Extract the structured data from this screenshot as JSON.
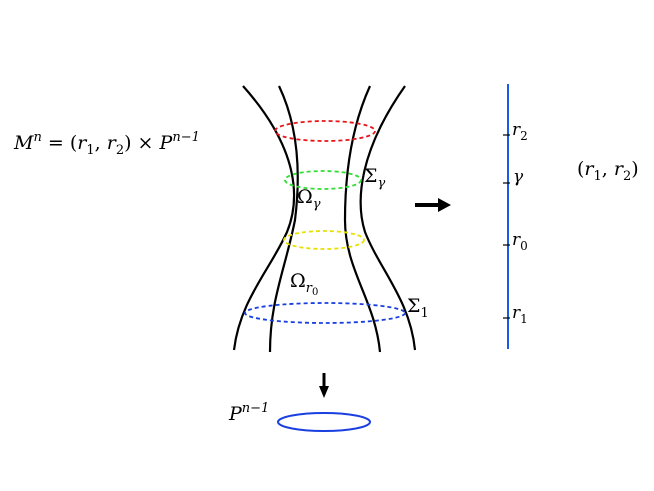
{
  "labels": {
    "manifold": {
      "lhs": "M",
      "lhs_sup": "n",
      "eq": " = (",
      "r1_base": "r",
      "r1_sub": "1",
      "comma": ", ",
      "r2_base": "r",
      "r2_sub": "2",
      "times": ") × ",
      "p_base": "P",
      "p_sup": "n−1"
    },
    "sigma_gamma": {
      "base": "Σ",
      "sub": "γ"
    },
    "omega_gamma": {
      "base": "Ω",
      "sub": "γ"
    },
    "omega_r0": {
      "base": "Ω",
      "sub": "r",
      "subsub": "0"
    },
    "sigma_1": {
      "base": "Σ",
      "sub": "1"
    },
    "p_bottom": {
      "base": "P",
      "sup": "n−1"
    },
    "interval": {
      "open": "(",
      "r1_base": "r",
      "r1_sub": "1",
      "comma": ", ",
      "r2_base": "r",
      "r2_sub": "2",
      "close": ")"
    },
    "ticks": {
      "r2": {
        "base": "r",
        "sub": "2"
      },
      "gamma": {
        "base": "γ"
      },
      "r0": {
        "base": "r",
        "sub": "0"
      },
      "r1": {
        "base": "r",
        "sub": "1"
      }
    }
  },
  "colors": {
    "curves": "#000000",
    "red_slice": "#e8141a",
    "green_slice": "#33dd33",
    "yellow_slice": "#e8e000",
    "blue_slice": "#1a3fe0",
    "axis": "#1a5ae8",
    "base_ellipse": "#1a3fe0",
    "arrow": "#000000"
  },
  "icons": {
    "projection_arrow_right": "arrow-right-icon",
    "projection_arrow_down": "arrow-down-icon"
  }
}
